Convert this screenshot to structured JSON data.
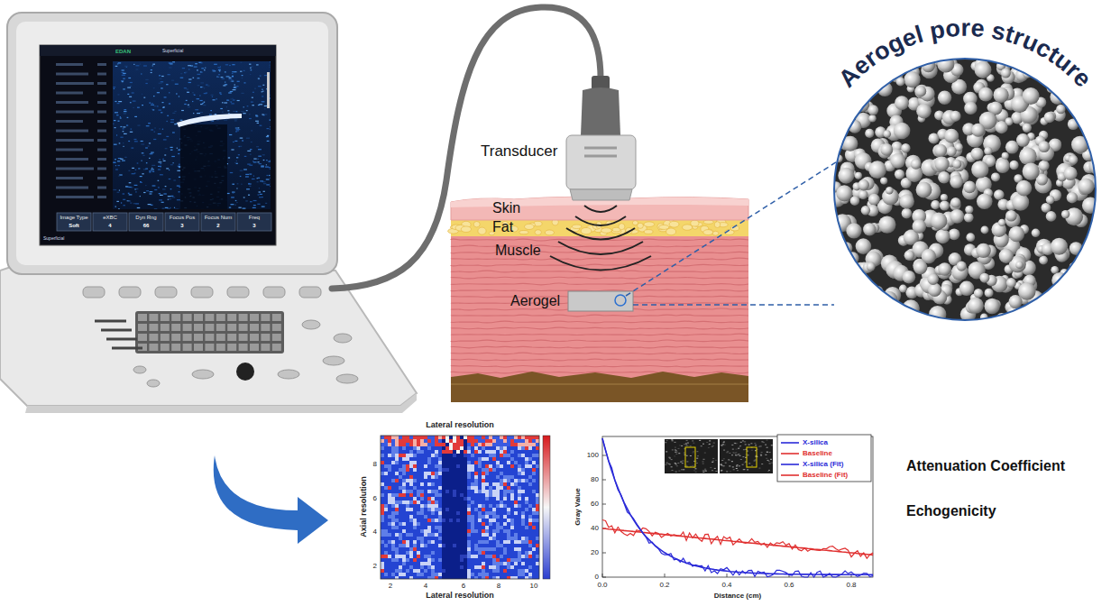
{
  "diagram": {
    "labels": [
      "Aerogel pore structure",
      "Transducer",
      "Skin",
      "Fat",
      "Muscle",
      "Aerogel",
      "EDAN",
      "Superficial",
      "Superficial",
      "Image Type",
      "Soft",
      "eXBC",
      "4",
      "Dyn Rng",
      "66",
      "Focus Pos",
      "3",
      "Focus Num",
      "2",
      "Freq",
      "3",
      "Lateral resolution",
      "Axial resolution",
      "Lateral resolution",
      "2",
      "4",
      "6",
      "8",
      "2",
      "4",
      "6",
      "8",
      "10",
      "Gray Value",
      "Distance (cm)",
      "0",
      "20",
      "40",
      "60",
      "80",
      "100",
      "0.0",
      "0.2",
      "0.4",
      "0.6",
      "0.8",
      "Attenuation Coefficient",
      "Echogenicity"
    ],
    "legend": [
      {
        "text": "X-silica"
      },
      {
        "text": "Baseline"
      },
      {
        "text": "X-silica (Fit)"
      },
      {
        "text": "Baseline (Fit)"
      }
    ]
  }
}
